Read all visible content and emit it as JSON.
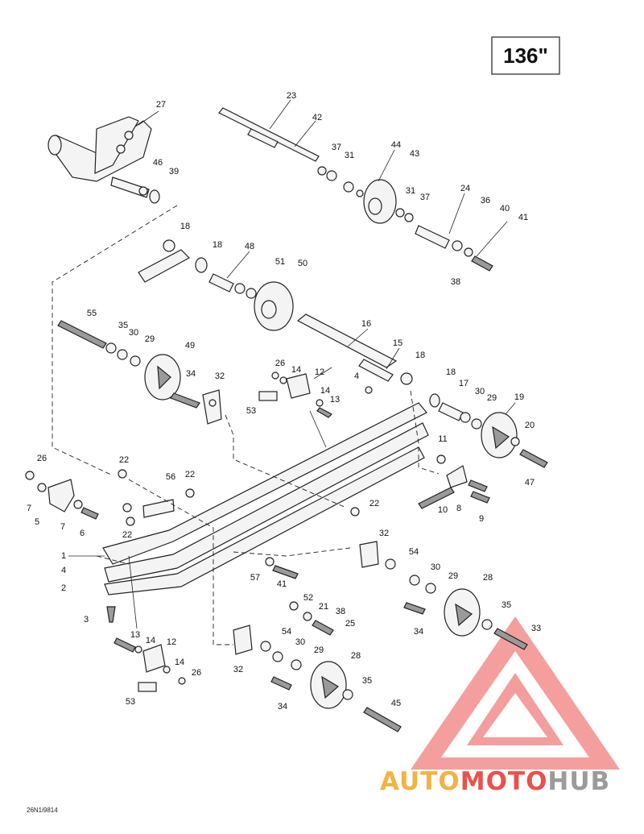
{
  "diagram": {
    "size_label": "136\"",
    "figure_code": "26N1i9814",
    "colors": {
      "line": "#222222",
      "logo_red": "#e8322d",
      "logo_gold": "#f0a622",
      "logo_gray": "#8a8a8a"
    },
    "callouts": [
      {
        "n": "27"
      },
      {
        "n": "23"
      },
      {
        "n": "42"
      },
      {
        "n": "37"
      },
      {
        "n": "31"
      },
      {
        "n": "44"
      },
      {
        "n": "43"
      },
      {
        "n": "46"
      },
      {
        "n": "39"
      },
      {
        "n": "31"
      },
      {
        "n": "37"
      },
      {
        "n": "24"
      },
      {
        "n": "36"
      },
      {
        "n": "40"
      },
      {
        "n": "41"
      },
      {
        "n": "38"
      },
      {
        "n": "18"
      },
      {
        "n": "18"
      },
      {
        "n": "48"
      },
      {
        "n": "51"
      },
      {
        "n": "50"
      },
      {
        "n": "55"
      },
      {
        "n": "35"
      },
      {
        "n": "30"
      },
      {
        "n": "29"
      },
      {
        "n": "49"
      },
      {
        "n": "16"
      },
      {
        "n": "15"
      },
      {
        "n": "18"
      },
      {
        "n": "26"
      },
      {
        "n": "14"
      },
      {
        "n": "12"
      },
      {
        "n": "4"
      },
      {
        "n": "18"
      },
      {
        "n": "17"
      },
      {
        "n": "30"
      },
      {
        "n": "29"
      },
      {
        "n": "19"
      },
      {
        "n": "34"
      },
      {
        "n": "32"
      },
      {
        "n": "14"
      },
      {
        "n": "13"
      },
      {
        "n": "53"
      },
      {
        "n": "20"
      },
      {
        "n": "11"
      },
      {
        "n": "47"
      },
      {
        "n": "26"
      },
      {
        "n": "22"
      },
      {
        "n": "56"
      },
      {
        "n": "22"
      },
      {
        "n": "22"
      },
      {
        "n": "10"
      },
      {
        "n": "8"
      },
      {
        "n": "9"
      },
      {
        "n": "7"
      },
      {
        "n": "7"
      },
      {
        "n": "5"
      },
      {
        "n": "6"
      },
      {
        "n": "22"
      },
      {
        "n": "32"
      },
      {
        "n": "1"
      },
      {
        "n": "4"
      },
      {
        "n": "2"
      },
      {
        "n": "54"
      },
      {
        "n": "57"
      },
      {
        "n": "41"
      },
      {
        "n": "30"
      },
      {
        "n": "29"
      },
      {
        "n": "28"
      },
      {
        "n": "52"
      },
      {
        "n": "21"
      },
      {
        "n": "38"
      },
      {
        "n": "25"
      },
      {
        "n": "3"
      },
      {
        "n": "34"
      },
      {
        "n": "35"
      },
      {
        "n": "33"
      },
      {
        "n": "13"
      },
      {
        "n": "14"
      },
      {
        "n": "12"
      },
      {
        "n": "54"
      },
      {
        "n": "30"
      },
      {
        "n": "29"
      },
      {
        "n": "28"
      },
      {
        "n": "32"
      },
      {
        "n": "14"
      },
      {
        "n": "26"
      },
      {
        "n": "35"
      },
      {
        "n": "34"
      },
      {
        "n": "53"
      },
      {
        "n": "45"
      }
    ]
  },
  "logo": {
    "part1": "AUTO",
    "part2": "MOTO",
    "part3": "HUB"
  }
}
